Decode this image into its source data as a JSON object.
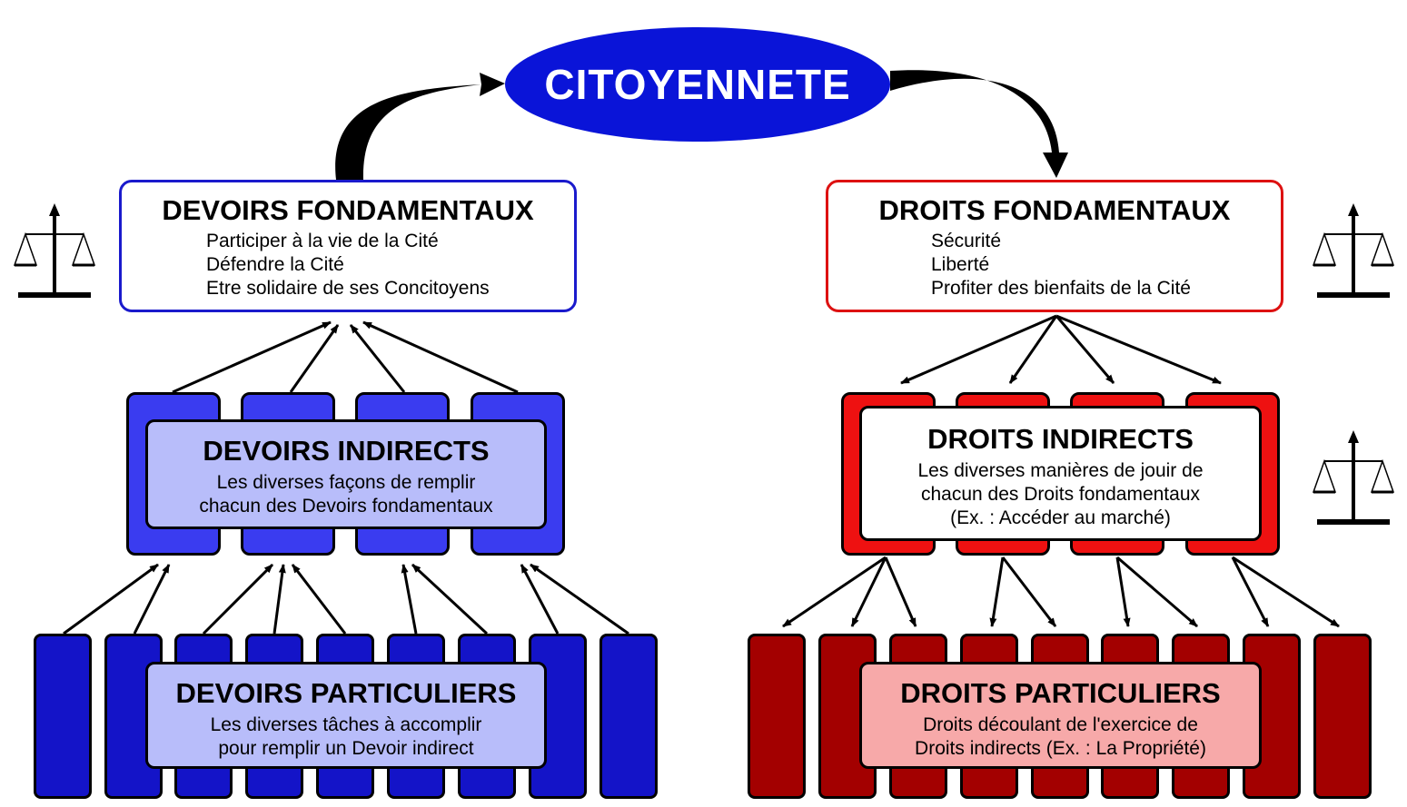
{
  "center": {
    "title": "CITOYENNETE"
  },
  "duties": {
    "fundamental": {
      "title": "DEVOIRS FONDAMENTAUX",
      "items": [
        "Participer à la vie de la Cité",
        "Défendre la Cité",
        "Etre solidaire de ses Concitoyens"
      ]
    },
    "indirect": {
      "title": "DEVOIRS INDIRECTS",
      "line1": "Les diverses façons de remplir",
      "line2": "chacun des Devoirs fondamentaux"
    },
    "particular": {
      "title": "DEVOIRS PARTICULIERS",
      "line1": "Les diverses tâches à accomplir",
      "line2": "pour remplir un Devoir indirect"
    }
  },
  "rights": {
    "fundamental": {
      "title": "DROITS FONDAMENTAUX",
      "items": [
        "Sécurité",
        "Liberté",
        "Profiter des bienfaits de la Cité"
      ]
    },
    "indirect": {
      "title": "DROITS INDIRECTS",
      "line1": "Les diverses manières de jouir de",
      "line2": "chacun des Droits fondamentaux",
      "line3": "(Ex. : Accéder au marché)"
    },
    "particular": {
      "title": "DROITS PARTICULIERS",
      "line1": "Droits découlant de l'exercice de",
      "line2": "Droits indirects (Ex. : La Propriété)"
    }
  },
  "icons": {
    "scale": "balance-scale-icon"
  },
  "colors": {
    "ellipse": "#0a14d8",
    "duty_border": "#1a1acc",
    "right_border": "#dd1111",
    "duty_indirect_tabs": "#3a3cf0",
    "duty_light": "#b8bdfa",
    "duty_particular_bars": "#1414c8",
    "right_indirect_tabs": "#ee1111",
    "right_particular_bars": "#a30000",
    "right_particular_box": "#f7a9a9"
  }
}
